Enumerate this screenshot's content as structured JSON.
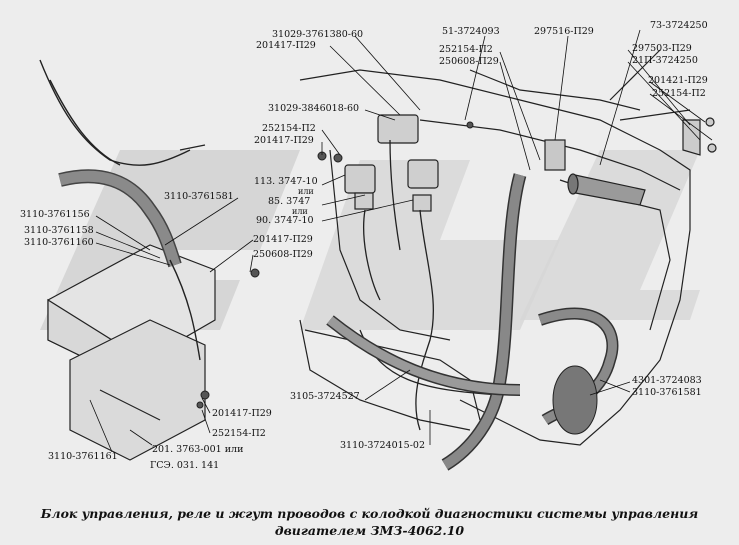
{
  "labels": {
    "l01": "31029-3761380-60",
    "l02": "201417-П29",
    "l03": "51-3724093",
    "l04": "297516-П29",
    "l05": "73-3724250",
    "l06": "252154-П2",
    "l07": "250608-П29",
    "l08": "297503-П29",
    "l09": "21П-3724250",
    "l10": "201421-П29",
    "l11": "252154-П2",
    "l12": "31029-3846018-60",
    "l13": "252154-П2",
    "l14": "201417-П29",
    "l15": "113. 3747-10",
    "l16": "или",
    "l17": "85. 3747",
    "l18": "или",
    "l19": "90. 3747-10",
    "l20": "3110-3761581",
    "l21": "3110-3761156",
    "l22": "3110-3761158",
    "l23": "3110-3761160",
    "l24": "201417-П29",
    "l25": "250608-П29",
    "l26": "3105-3724527",
    "l27": "4301-3724083",
    "l28": "3110-3761581",
    "l29": "201417-П29",
    "l30": "252154-П2",
    "l31": "3110-3761161",
    "l32": "201. 3763-001 или",
    "l33": "ГСЭ. 031. 141",
    "l34": "3110-3724015-02"
  },
  "caption": {
    "line1": "Блок управления, реле и жгут проводов с колодкой диагностики системы управления",
    "line2": "двигателем ЗМЗ-4062.10"
  }
}
